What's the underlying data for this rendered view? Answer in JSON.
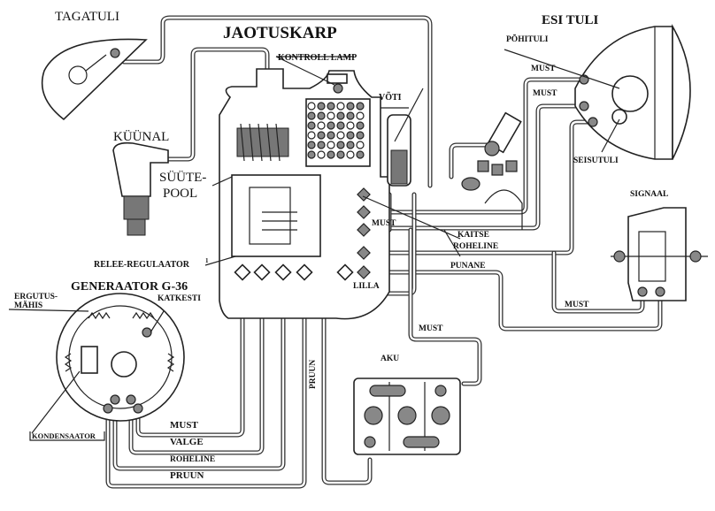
{
  "diagram": {
    "type": "wiring-schematic",
    "components": {
      "tail_light": {
        "label": "TAGATULI"
      },
      "junction_box": {
        "label": "JAOTUSKARP",
        "control_lamp": "KONTROLL LAMP",
        "key": "VÕTI"
      },
      "headlight": {
        "label": "ESI TULI",
        "main_beam": "PÕHITULI",
        "parking_light": "SEISUTULI"
      },
      "spark_plug": {
        "label": "KÜÜNAL"
      },
      "ignition_coil": {
        "label_line1": "SÜÜTE-",
        "label_line2": "POOL"
      },
      "relay_regulator": {
        "label": "RELEE-REGULAATOR",
        "footnote_mark": "1"
      },
      "generator": {
        "label": "GENERAATOR G-36",
        "field_winding_line1": "ERGUTUS-",
        "field_winding_line2": "MÄHIS",
        "breaker": "KATKESTI",
        "condenser": "KONDENSAATOR"
      },
      "fuse": {
        "label": "KAITSE"
      },
      "horn": {
        "label": "SIGNAAL"
      },
      "battery": {
        "label": "AKU"
      }
    },
    "wire_labels": {
      "headlight_must_1": "MUST",
      "headlight_must_2": "MUST",
      "junction_must": "MUST",
      "roheline_right": "ROHELINE",
      "punane": "PUNANE",
      "lilla": "LILLA",
      "must_vertical": "MUST",
      "must_horn": "MUST",
      "gen_must": "MUST",
      "gen_valge": "VALGE",
      "gen_roheline": "ROHELINE",
      "gen_pruun": "PRUUN",
      "pruun_vertical": "PRUUN"
    }
  }
}
